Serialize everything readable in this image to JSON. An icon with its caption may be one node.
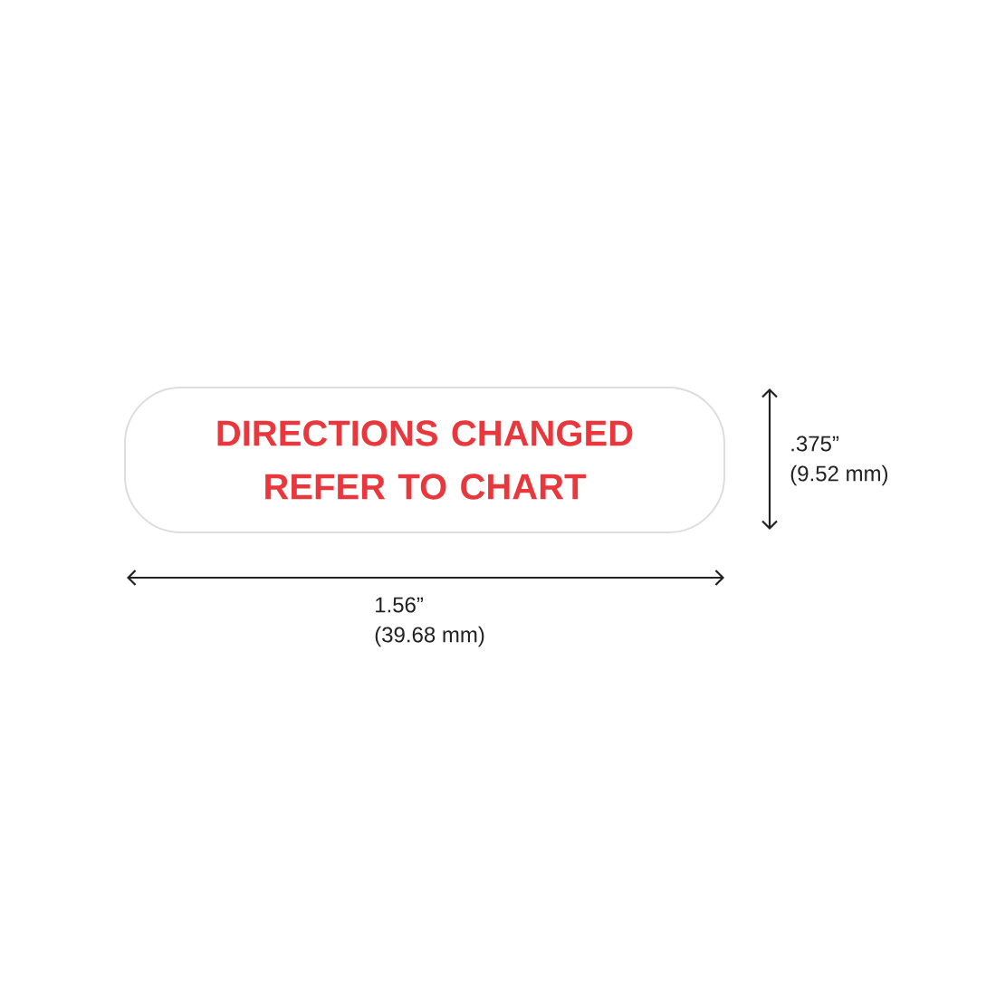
{
  "diagram": {
    "nodes": [
      {
        "text": [
          "DIRECTIONS CHANGED REFER TO CHART"
        ]
      }
    ],
    "labels": [
      ".375”",
      "(9.52 mm)",
      "1.56”",
      "(39.68 mm)"
    ]
  }
}
